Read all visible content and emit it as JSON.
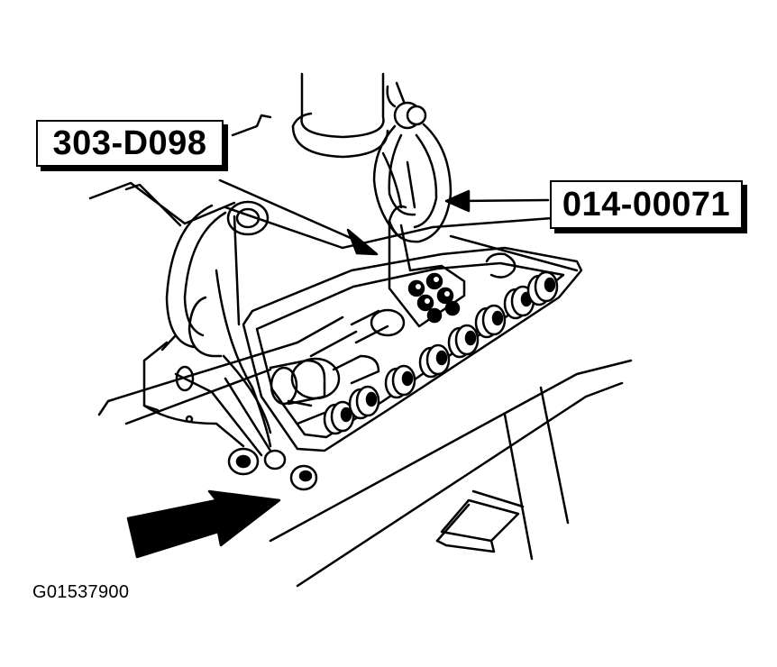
{
  "callouts": {
    "left_tool": "303-D098",
    "right_tool": "014-00071"
  },
  "figure_id": "G01537900",
  "colors": {
    "line": "#000000",
    "background": "#ffffff"
  }
}
